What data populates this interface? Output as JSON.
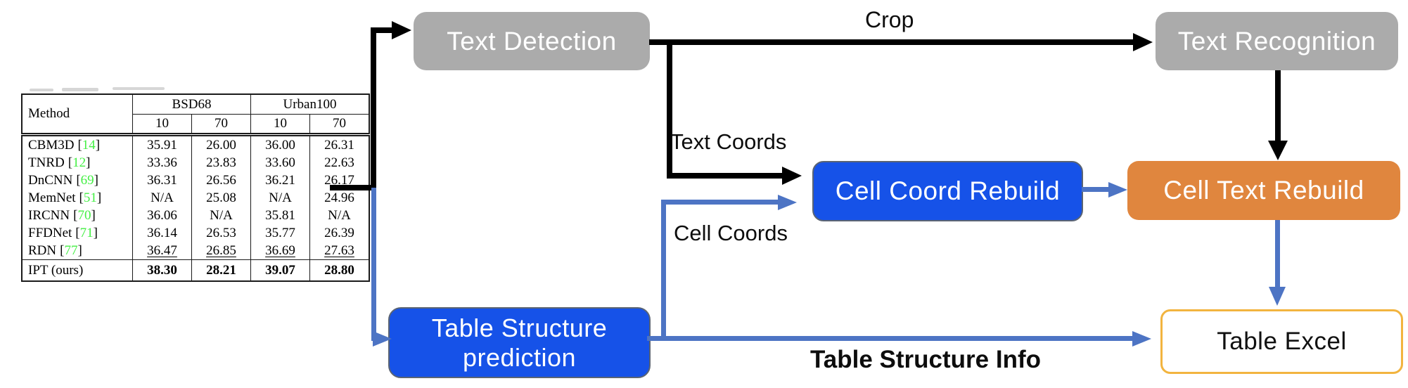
{
  "figure": {
    "nodes": {
      "text_detection": "Text Detection",
      "text_recognition": "Text Recognition",
      "cell_coord_rebuild": "Cell Coord Rebuild",
      "cell_text_rebuild": "Cell Text Rebuild",
      "table_structure_prediction": "Table Structure prediction",
      "table_excel": "Table Excel"
    },
    "edge_labels": {
      "crop": "Crop",
      "text_coords": "Text Coords",
      "cell_coords": "Cell Coords",
      "table_structure_info": "Table Structure Info"
    },
    "colors": {
      "node_gray": "#ababab",
      "node_blue": "#1652e8",
      "node_orange": "#e0863e",
      "excel_border": "#f2b43f",
      "arrow_black": "#000000",
      "arrow_blue": "#4d74c4",
      "citation_green": "#44ef44"
    }
  },
  "table": {
    "columns": {
      "method": "Method",
      "groups": [
        "BSD68",
        "Urban100"
      ],
      "sub": [
        "10",
        "70",
        "10",
        "70"
      ]
    },
    "cite_brackets": {
      "open": "[",
      "close": "]"
    },
    "rows": [
      {
        "method": "CBM3D",
        "cite": "14",
        "v": [
          "35.91",
          "26.00",
          "36.00",
          "26.31"
        ]
      },
      {
        "method": "TNRD",
        "cite": "12",
        "v": [
          "33.36",
          "23.83",
          "33.60",
          "22.63"
        ]
      },
      {
        "method": "DnCNN",
        "cite": "69",
        "v": [
          "36.31",
          "26.56",
          "36.21",
          "26.17"
        ]
      },
      {
        "method": "MemNet",
        "cite": "51",
        "v": [
          "N/A",
          "25.08",
          "N/A",
          "24.96"
        ]
      },
      {
        "method": "IRCNN",
        "cite": "70",
        "v": [
          "36.06",
          "N/A",
          "35.81",
          "N/A"
        ]
      },
      {
        "method": "FFDNet",
        "cite": "71",
        "v": [
          "36.14",
          "26.53",
          "35.77",
          "26.39"
        ]
      },
      {
        "method": "RDN",
        "cite": "77",
        "v": [
          "36.47",
          "26.85",
          "36.69",
          "27.63"
        ]
      },
      {
        "method": "IPT (ours)",
        "v": [
          "38.30",
          "28.21",
          "39.07",
          "28.80"
        ]
      }
    ]
  }
}
